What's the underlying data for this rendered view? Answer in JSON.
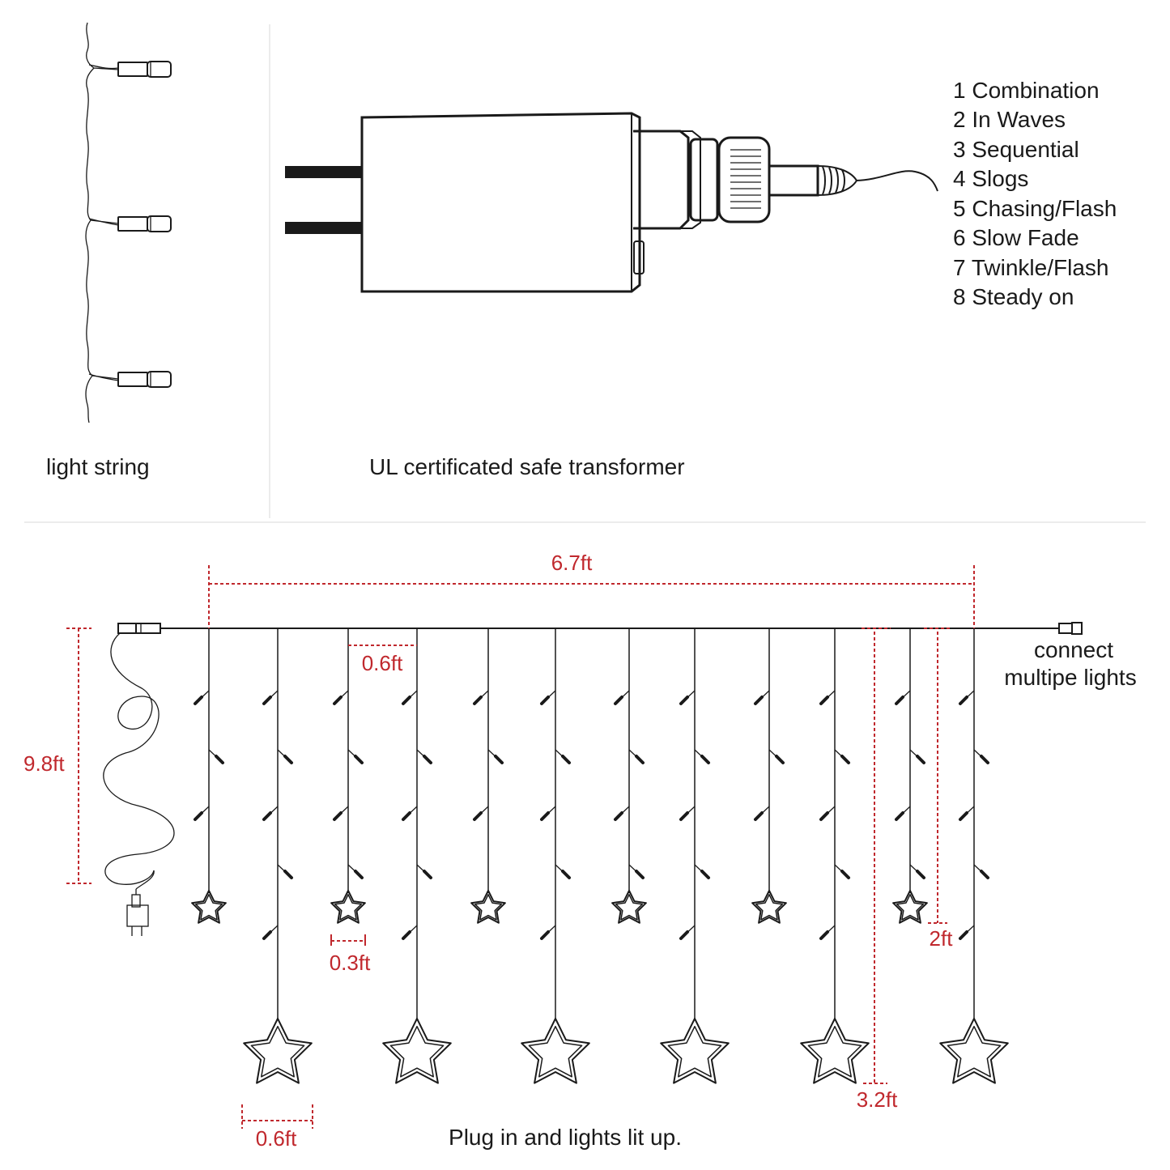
{
  "top_panel": {
    "light_string_label": "light string",
    "transformer_label": "UL certificated safe transformer",
    "modes": [
      "1 Combination",
      "2 In Waves",
      "3 Sequential",
      "4 Slogs",
      "5 Chasing/Flash",
      "6 Slow Fade",
      "7 Twinkle/Flash",
      "8 Steady on"
    ]
  },
  "bottom_panel": {
    "width_label": "6.7ft",
    "lead_length_label": "9.8ft",
    "strand_spacing_label": "0.6ft",
    "small_star_size_label": "0.3ft",
    "big_star_size_label": "0.6ft",
    "short_strand_label": "2ft",
    "long_strand_label": "3.2ft",
    "connect_label_line1": "connect",
    "connect_label_line2": "multipe lights",
    "caption": "Plug in and lights lit up."
  },
  "colors": {
    "line": "#1a1a1a",
    "dimension": "#c0282d",
    "background": "#ffffff"
  }
}
